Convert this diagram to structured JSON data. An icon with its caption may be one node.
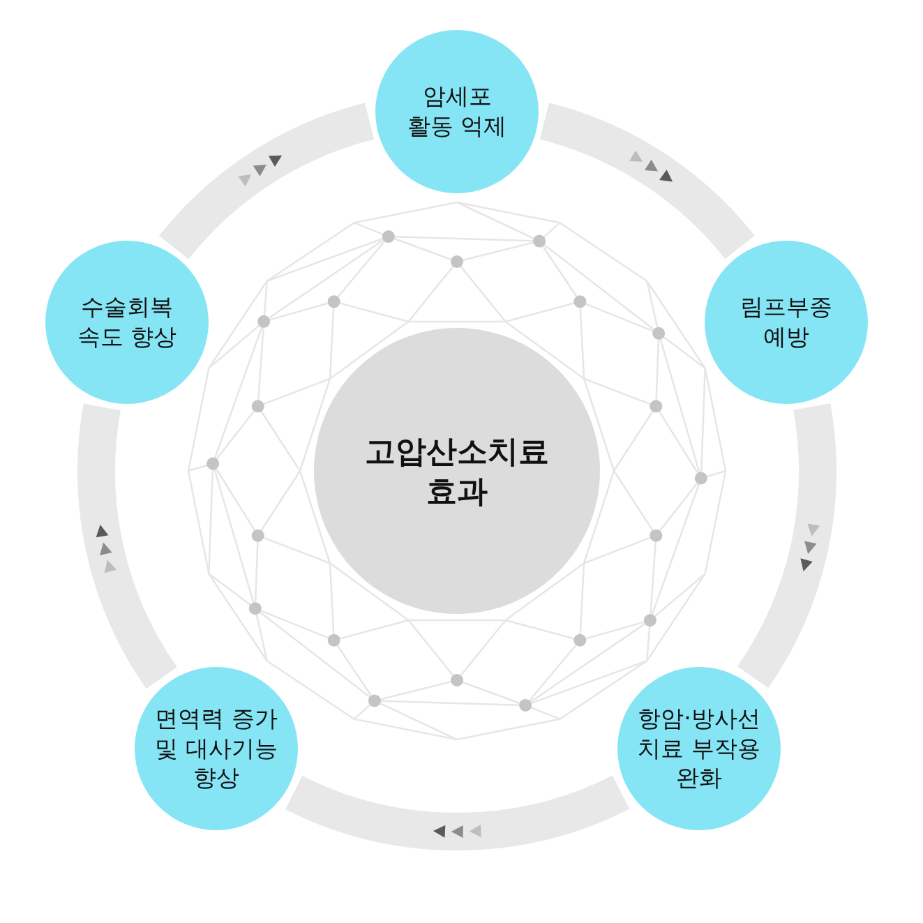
{
  "diagram": {
    "nodes": [
      {
        "text": [
          "고압산소치료 효과"
        ]
      },
      {
        "text": [
          "암세포 활동 억제"
        ]
      },
      {
        "text": [
          "림프부종 예방"
        ]
      },
      {
        "text": [
          "항암·방사선 치료 부작용 완화"
        ]
      },
      {
        "text": [
          "면역력 증가 및 대사기능 향상"
        ]
      },
      {
        "text": [
          "수술회복 속도 향상"
        ]
      }
    ],
    "edges": [
      {
        "from": 1,
        "to": 2,
        "arrow": "to"
      },
      {
        "from": 2,
        "to": 3,
        "arrow": "to"
      },
      {
        "from": 3,
        "to": 4,
        "arrow": "to"
      },
      {
        "from": 4,
        "to": 5,
        "arrow": "to"
      },
      {
        "from": 5,
        "to": 1,
        "arrow": "to"
      }
    ]
  }
}
